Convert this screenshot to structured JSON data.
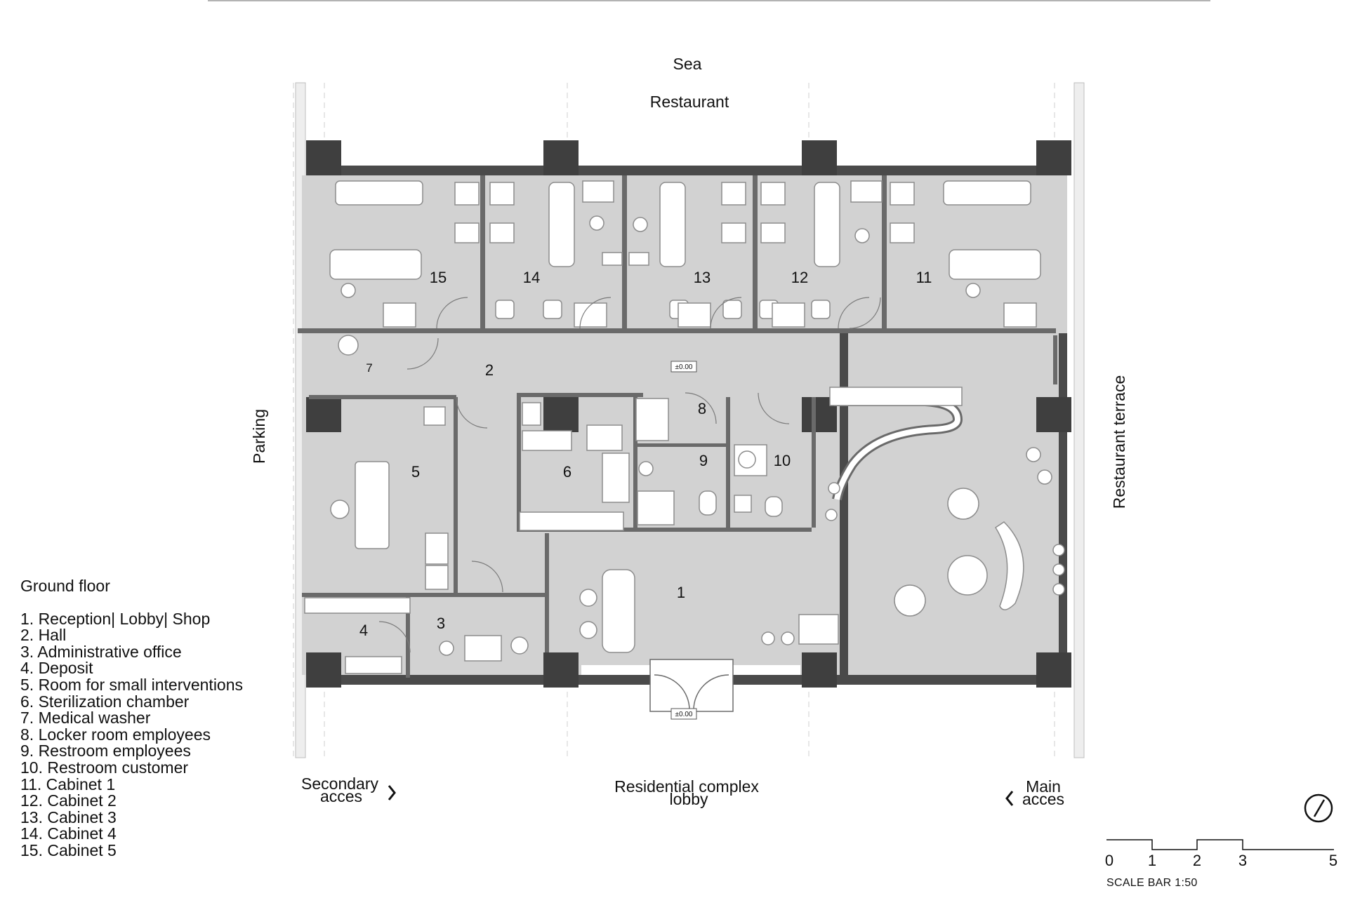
{
  "labels": {
    "sea": "Sea",
    "restaurant": "Restaurant",
    "parking": "Parking",
    "restaurant_terrace": "Restaurant terrace",
    "secondary_line1": "Secondary",
    "secondary_line2": "acces",
    "residential_line1": "Residential complex",
    "residential_line2": "lobby",
    "main_line1": "Main",
    "main_line2": "acces",
    "level_top": "±0.00",
    "level_bottom": "±0.00"
  },
  "rooms": [
    "1",
    "2",
    "3",
    "4",
    "5",
    "6",
    "7",
    "8",
    "9",
    "10",
    "11",
    "12",
    "13",
    "14",
    "15"
  ],
  "legend": {
    "title": "Ground floor",
    "items": [
      "1. Reception| Lobby| Shop",
      "2. Hall",
      "3. Administrative office",
      "4. Deposit",
      "5. Room for small interventions",
      "6. Sterilization chamber",
      "7. Medical washer",
      "8. Locker room employees",
      "9. Restroom employees",
      "10. Restroom customer",
      "11. Cabinet 1",
      "12. Cabinet 2",
      "13. Cabinet 3",
      "14. Cabinet 4",
      "15. Cabinet 5"
    ]
  },
  "scale": {
    "ticks": [
      "0",
      "1",
      "2",
      "3",
      "5"
    ],
    "caption": "SCALE BAR 1:50"
  },
  "colors": {
    "floor": "#d2d2d2",
    "wall": "#4a4a4a",
    "furniture": "#ffffff",
    "background": "#ffffff"
  }
}
